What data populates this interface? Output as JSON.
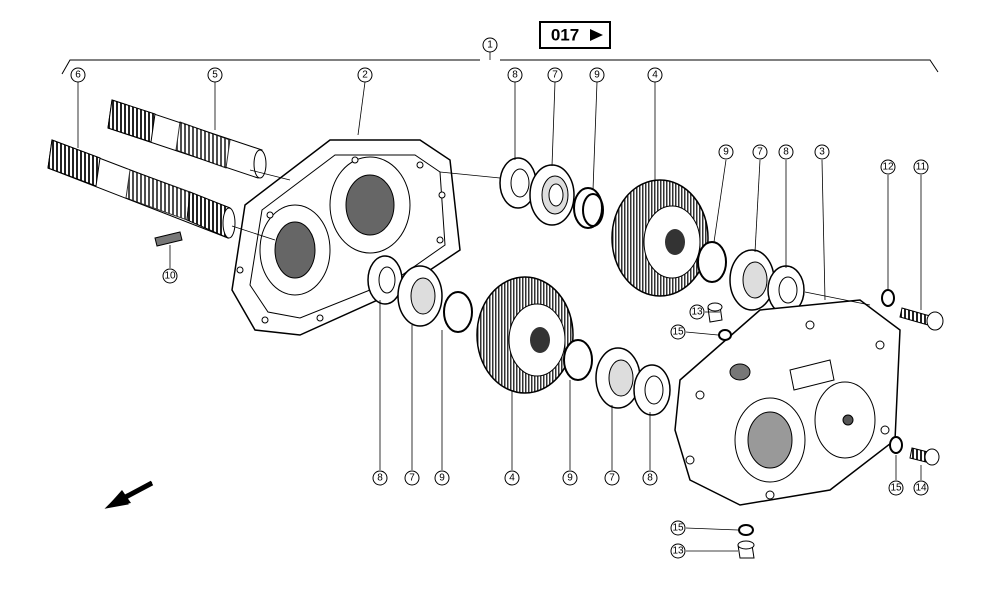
{
  "reference": {
    "label": "017",
    "arrow": "right-triangle-icon"
  },
  "assembly_callout": "1",
  "callouts": {
    "shaft_long": "6",
    "shaft_short": "5",
    "housing_front": "2",
    "housing_rear": "3",
    "pin": "10",
    "top_seal": "8",
    "top_bearing": "7",
    "top_circlip": "9",
    "top_gear": "4",
    "right_circlip": "9",
    "right_bearing": "7",
    "right_seal": "8",
    "washer_top": "12",
    "bolt": "11",
    "plug_top": "13",
    "oring_top": "15",
    "low_seal": "8",
    "low_bearing": "7",
    "low_circlip": "9",
    "low_gear": "4",
    "mid_circlip": "9",
    "mid_bearing": "7",
    "mid_seal": "8",
    "side_oring": "15",
    "side_plug": "14",
    "bottom_oring": "15",
    "bottom_plug": "13"
  },
  "direction_arrow": "front-direction-arrow-icon"
}
